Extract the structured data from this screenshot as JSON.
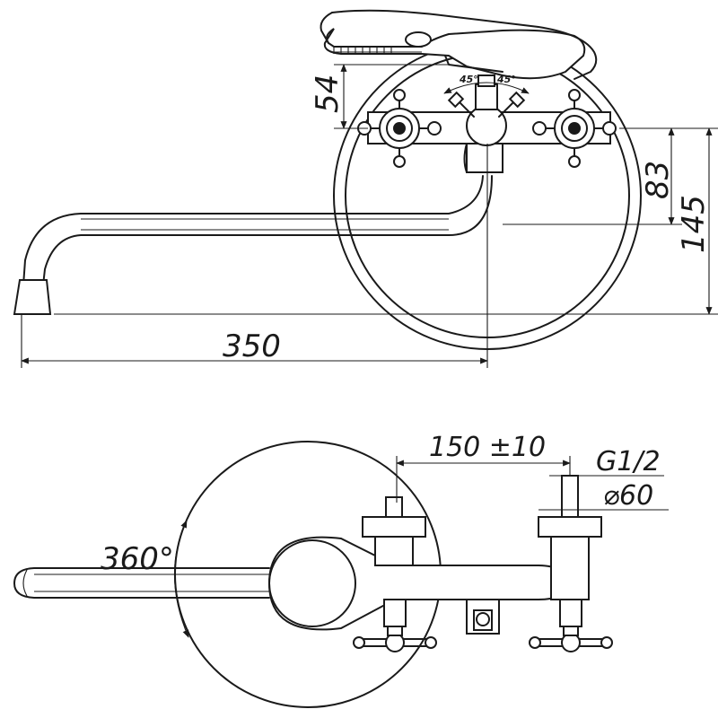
{
  "top_view": {
    "dim_spout_length": "350",
    "dim_shower_height": "54",
    "dim_axis_83": "83",
    "dim_axis_145": "145",
    "angle_left": "45°",
    "angle_right": "45°"
  },
  "bottom_view": {
    "dim_center_distance": "150 ±10",
    "dim_thread": "G1/2",
    "dim_flange_diameter": "⌀60",
    "dim_rotation": "360°"
  }
}
